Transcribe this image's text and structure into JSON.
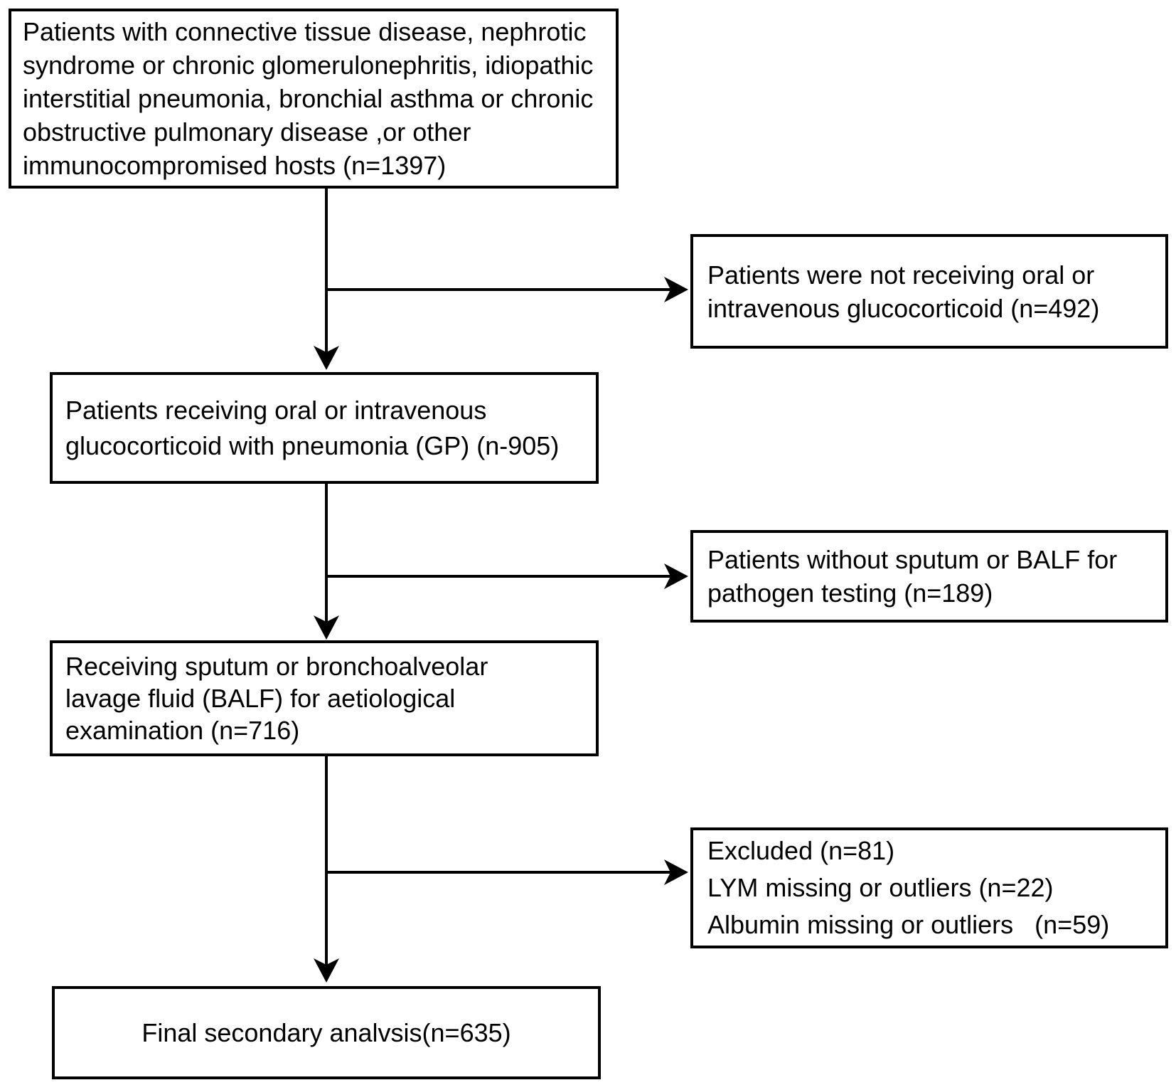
{
  "figure": {
    "background_color": "#ffffff",
    "line_color": "#000000",
    "text_color": "#000000"
  },
  "boxes": {
    "box_a": {
      "lines": [
        "Patients with connective tissue disease, nephrotic",
        "syndrome or chronic glomerulonephritis, idiopathic",
        "interstitial pneumonia, bronchial asthma or chronic",
        "obstructive pulmonary disease ,or other",
        "immunocompromised hosts (n=1397)"
      ]
    },
    "box_r1": {
      "lines": [
        "Patients were not receiving oral or",
        "intravenous glucocorticoid (n=492)"
      ]
    },
    "box_b": {
      "lines": [
        "Patients receiving oral or intravenous",
        "glucocorticoid with pneumonia (GP) (n-905)"
      ]
    },
    "box_r2": {
      "lines": [
        "Patients without sputum or BALF for",
        "pathogen testing (n=189)"
      ]
    },
    "box_c": {
      "lines": [
        "Receiving sputum or bronchoalveolar",
        "lavage fluid (BALF) for aetiological",
        "examination (n=716)"
      ]
    },
    "box_r3": {
      "lines": [
        "Excluded (n=81)",
        "LYM missing or outliers (n=22)",
        "Albumin missing or outliers   (n=59)"
      ]
    },
    "box_d": {
      "lines": [
        "Final secondary analvsis(n=635)"
      ]
    }
  }
}
